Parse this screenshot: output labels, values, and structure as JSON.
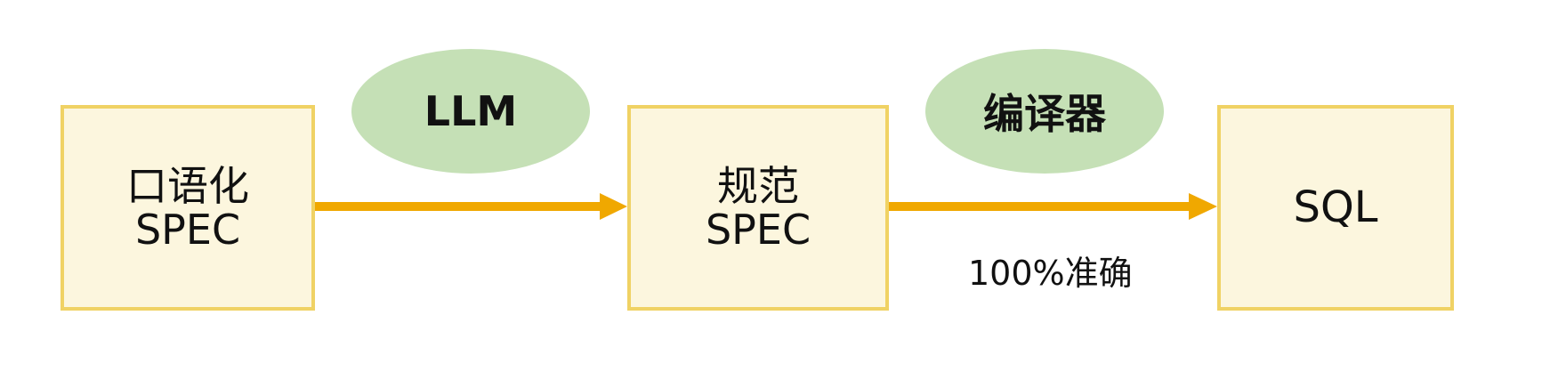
{
  "nodes": {
    "spoken_spec": {
      "line1": "口语化",
      "line2": "SPEC"
    },
    "normalized_spec": {
      "line1": "规范",
      "line2": "SPEC"
    },
    "sql": {
      "line1": "SQL"
    }
  },
  "processors": {
    "llm": "LLM",
    "compiler": "编译器"
  },
  "edge_labels": {
    "compiler_accuracy": "100%准确"
  },
  "colors": {
    "box_fill": "#fcf6de",
    "box_border": "#f0d264",
    "ellipse_fill": "#c5e0b6",
    "arrow": "#f0a800"
  }
}
